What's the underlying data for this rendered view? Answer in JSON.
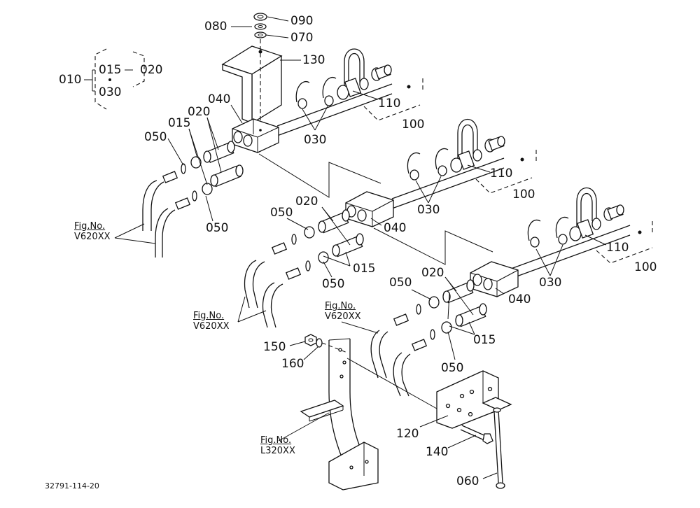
{
  "labels": {
    "p090": "090",
    "p080": "080",
    "p070": "070",
    "p130": "130",
    "p010": "010",
    "p015_set": "015",
    "p020_set": "020",
    "p030_set": "030",
    "p040_a": "040",
    "p020_a": "020",
    "p015_a": "015",
    "p050_a1": "050",
    "p050_a2": "050",
    "p030_a": "030",
    "p110_a": "110",
    "p100_a": "100",
    "p110_b": "110",
    "p100_b": "100",
    "p030_b": "030",
    "p020_b": "020",
    "p050_b1": "050",
    "p040_b": "040",
    "p015_b": "015",
    "p050_b2": "050",
    "p110_c": "110",
    "p100_c": "100",
    "p030_c": "030",
    "p020_c": "020",
    "p050_c1": "050",
    "p040_c": "040",
    "p015_c": "015",
    "p050_c2": "050",
    "p150": "150",
    "p160": "160",
    "p120": "120",
    "p140": "140",
    "p060": "060"
  },
  "figure_refs": [
    {
      "title": "Fig.No.",
      "code": "V620XX"
    },
    {
      "title": "Fig.No.",
      "code": "V620XX"
    },
    {
      "title": "Fig.No.",
      "code": "V620XX"
    },
    {
      "title": "Fig.No.",
      "code": "L320XX"
    }
  ],
  "document_id": "32791-114-20"
}
